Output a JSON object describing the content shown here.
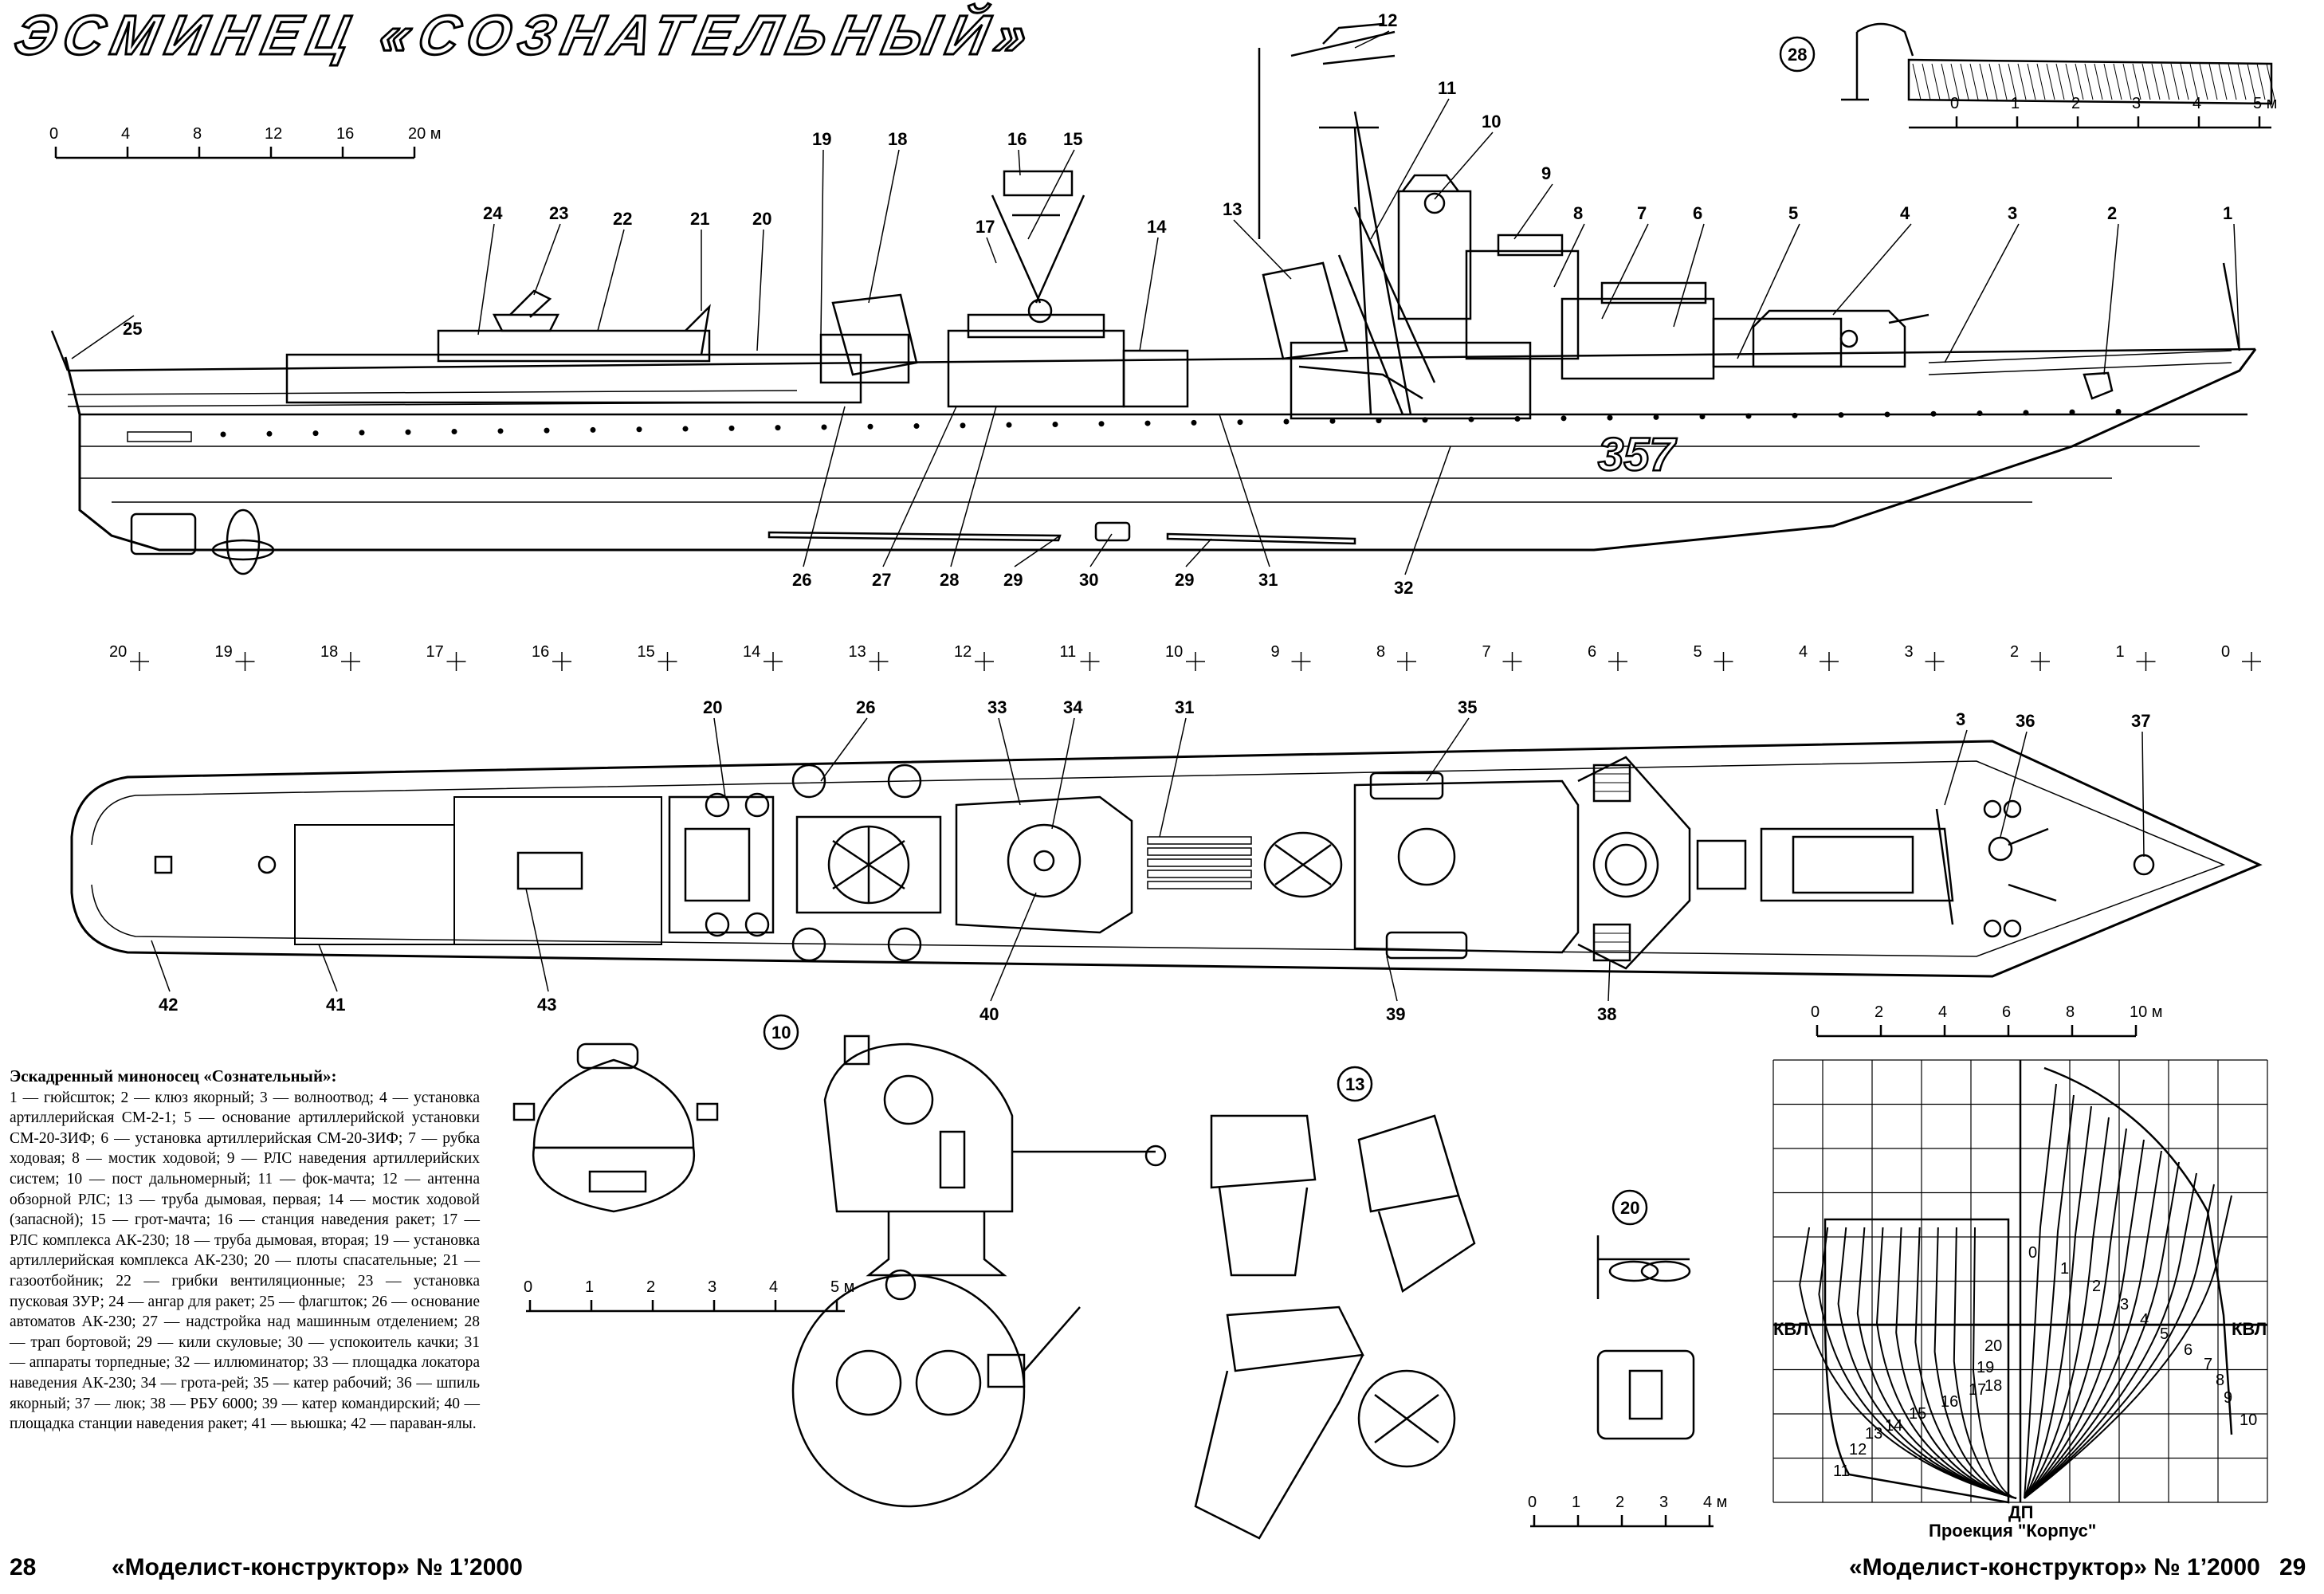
{
  "title": "ЭСМИНЕЦ «СОЗНАТЕЛЬНЫЙ»",
  "hull_number": "357",
  "scales": {
    "main": [
      "0",
      "4",
      "8",
      "12",
      "16",
      "20 м"
    ],
    "ladder": [
      "0",
      "1",
      "2",
      "3",
      "4",
      "5 м"
    ],
    "plan": [
      "0",
      "2",
      "4",
      "6",
      "8",
      "10 м"
    ],
    "detail": [
      "0",
      "1",
      "2",
      "3",
      "4",
      "5 м"
    ],
    "small": [
      "0",
      "1",
      "2",
      "3",
      "4 м"
    ]
  },
  "frames": [
    "20",
    "19",
    "18",
    "17",
    "16",
    "15",
    "14",
    "13",
    "12",
    "11",
    "10",
    "9",
    "8",
    "7",
    "6",
    "5",
    "4",
    "3",
    "2",
    "1",
    "0"
  ],
  "callouts_side": [
    "1",
    "2",
    "3",
    "4",
    "5",
    "6",
    "7",
    "8",
    "9",
    "10",
    "11",
    "12",
    "13",
    "14",
    "15",
    "16",
    "17",
    "18",
    "19",
    "20",
    "21",
    "22",
    "23",
    "24",
    "25",
    "26",
    "27",
    "28",
    "29",
    "30",
    "29",
    "31",
    "32"
  ],
  "callouts_plan": [
    "20",
    "26",
    "33",
    "34",
    "31",
    "35",
    "3",
    "36",
    "37",
    "42",
    "41",
    "43",
    "40",
    "39",
    "38"
  ],
  "detail_labels": [
    "28",
    "10",
    "13",
    "20"
  ],
  "body_plan": {
    "waterline": "КВЛ",
    "centerline": "ДП",
    "stations": [
      "0",
      "1",
      "2",
      "3",
      "4",
      "5",
      "6",
      "7",
      "8",
      "9",
      "10",
      "11",
      "12",
      "13",
      "14",
      "15",
      "16",
      "17",
      "18",
      "19",
      "20"
    ],
    "caption": "Проекция \"Корпус\""
  },
  "legend": {
    "heading": "Эскадренный миноносец «Сознательный»:",
    "body": "1 — гюйсшток; 2 — клюз якорный; 3 — волноотвод; 4 — установка артиллерийская СМ-2-1; 5 — основание артиллерийской установки СМ-20-ЗИФ; 6 — установка артиллерийская СМ-20-ЗИФ; 7 — рубка ходовая; 8 — мостик ходовой; 9 — РЛС наведения артиллерийских систем; 10 — пост дальномерный; 11 — фок-мачта; 12 — антенна обзорной РЛС; 13 — труба дымовая, первая; 14 — мостик ходовой (запасной); 15 — грот-мачта; 16 — станция наведения ракет; 17 — РЛС комплекса АК-230; 18 — труба дымовая, вторая; 19 — установка артиллерийская комплекса АК-230; 20 — плоты спасательные; 21 — газоотбойник; 22 — грибки вентиляционные; 23 — установка пусковая ЗУР; 24 — ангар для ракет; 25 — флагшток; 26 — основание автоматов АК-230; 27 — надстройка над машинным отделением; 28 — трап бортовой; 29 — кили скуловые; 30 — успокоитель качки; 31 — аппараты торпедные; 32 — иллюминатор; 33 — площадка локатора наведения АК-230; 34 — грота-рей; 35 — катер рабочий; 36 — шпиль якорный; 37 — люк; 38 — РБУ 6000; 39 — катер командирский; 40 — площадка станции наведения ракет; 41 — вьюшка; 42 — параван-ялы."
  },
  "footer": {
    "left_page": "28",
    "left_mag": "«Моделист-конструктор» № 1’2000",
    "right_mag": "«Моделист-конструктор» № 1’2000",
    "right_page": "29"
  }
}
